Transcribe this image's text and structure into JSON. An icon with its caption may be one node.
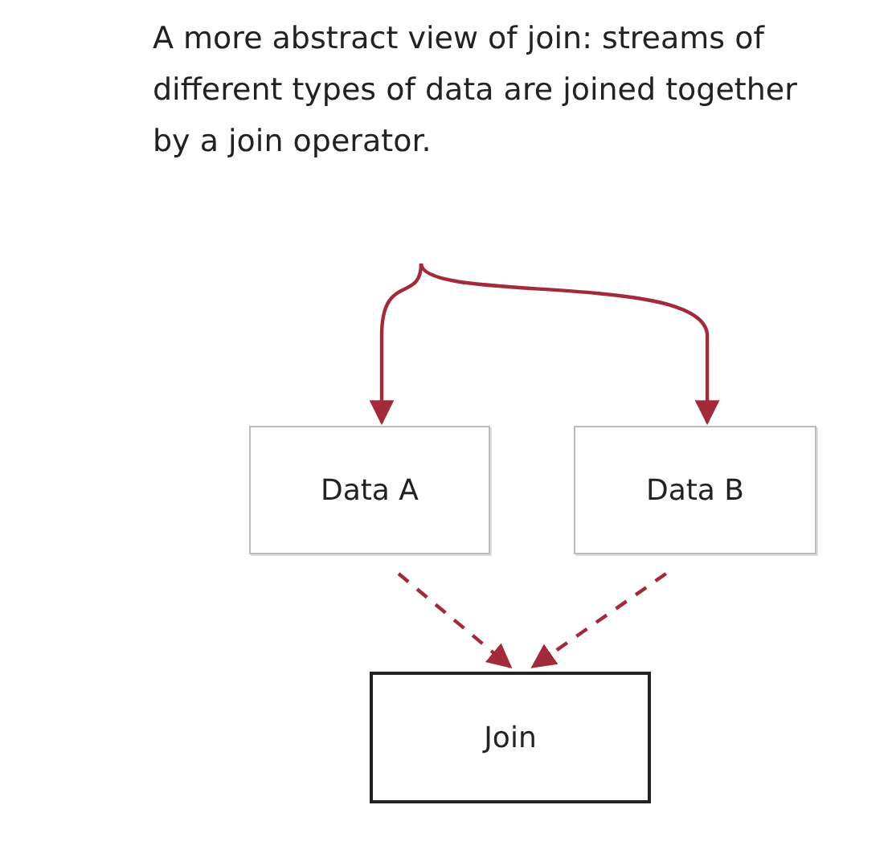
{
  "diagram": {
    "nodes": [
      {
        "text": [
          "A more abstract view of join: streams of different types of data are joined together by a join operator."
        ]
      },
      {
        "text": [
          "Data A"
        ]
      },
      {
        "text": [
          "Data B"
        ]
      },
      {
        "text": [
          "Join"
        ]
      }
    ],
    "edges": [
      {
        "from": 0,
        "to": 1,
        "arrow": "to"
      },
      {
        "from": 0,
        "to": 2,
        "arrow": "to"
      },
      {
        "from": 1,
        "to": 3,
        "arrow": "to",
        "style": "dashed"
      },
      {
        "from": 2,
        "to": 3,
        "arrow": "to",
        "style": "dashed"
      }
    ]
  }
}
